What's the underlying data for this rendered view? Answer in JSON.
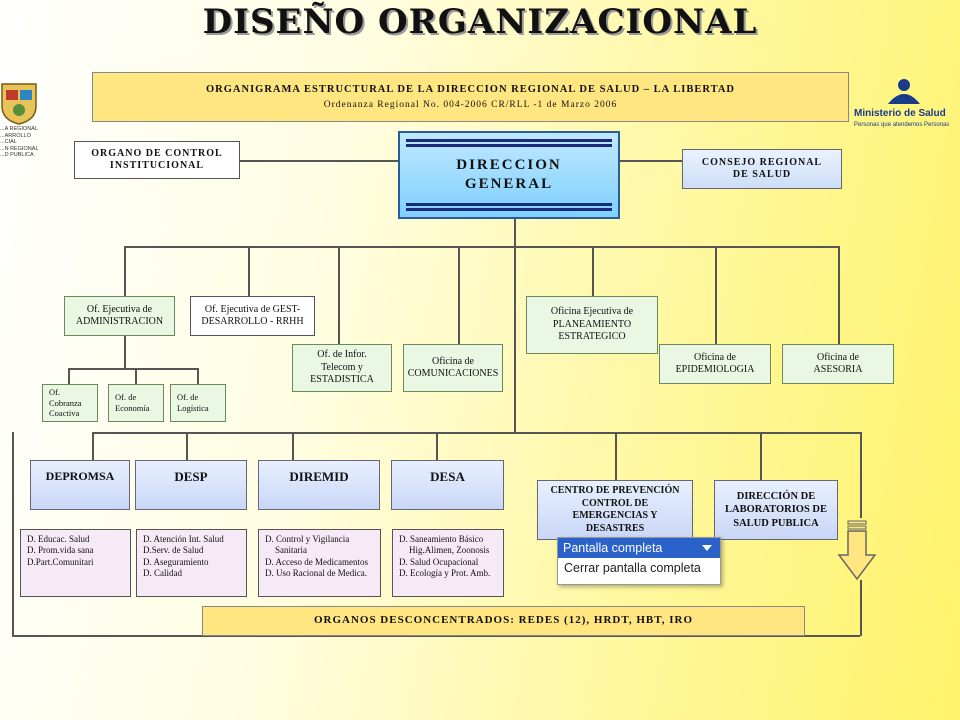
{
  "slide_title": "DISEÑO ORGANIZACIONAL",
  "header": {
    "line1": "ORGANIGRAMA ESTRUCTURAL DE LA DIRECCION REGIONAL DE SALUD – LA LIBERTAD",
    "line2": "Ordenanza Regional No. 004-2006 CR/RLL   -1 de Marzo 2006"
  },
  "left_logo": {
    "lines": [
      "...A REGIONAL",
      "...ARROLLO",
      "...CIAL",
      "...N REGIONAL",
      "...D PUBLICA"
    ]
  },
  "right_logo": {
    "name": "Ministerio de Salud",
    "tagline": "Personas que atendemos Personas"
  },
  "nodes": {
    "control": "ORGANO DE CONTROL INSTITUCIONAL",
    "direccion": "DIRECCION GENERAL",
    "consejo": "CONSEJO REGIONAL DE SALUD",
    "administracion": "Of. Ejecutiva de ADMINISTRACION",
    "rrhh": "Of. Ejecutiva de GEST-DESARROLLO - RRHH",
    "estadistica": "Of. de Infor. Telecom y  ESTADISTICA",
    "comunicaciones": "Oficina de COMUNICACIONES",
    "planeamiento": "Oficina Ejecutiva de PLANEAMIENTO ESTRATEGICO",
    "epidemiologia": "Oficina de EPIDEMIOLOGIA",
    "asesoria": "Oficina de ASESORIA",
    "cobranza": "Of. Cobranza Coactiva",
    "economia": "Of. de Economía",
    "logistica": "Of. de Logística",
    "depromsa": "DEPROMSA",
    "desp": "DESP",
    "diremid": "DIREMID",
    "desa": "DESA",
    "centro": "CENTRO DE PREVENCIÓN CONTROL DE EMERGENCIAS Y DESASTRES",
    "laboratorios": "DIRECCIÓN DE LABORATORIOS DE SALUD PUBLICA",
    "desconcentrados": "ORGANOS DESCONCENTRADOS: REDES (12), HRDT, HBT, IRO"
  },
  "sublists": {
    "depromsa": [
      "D. Educac. Salud",
      "D. Prom.vida sana",
      "D.Part.Comunitari"
    ],
    "desp": [
      "D. Atención  Int. Salud",
      "D.Serv. de Salud",
      "D. Aseguramiento",
      "D. Calidad"
    ],
    "diremid": [
      "D. Control y Vigilancia",
      "Sanitaria",
      "D. Acceso de Medicamentos",
      "D. Uso Racional de Medica."
    ],
    "desa": [
      "D. Saneamiento Básico",
      "Hig.Alimen, Zoonosis",
      "D. Salud Ocupacional",
      "D. Ecología y Prot. Amb."
    ]
  },
  "popup": {
    "selected": "Pantalla completa",
    "option": "Cerrar pantalla completa"
  },
  "colors": {
    "accent_blue": "#2a62c9",
    "header_yellow": "#ffe680",
    "direccion_blue": "#7fd0ff"
  }
}
